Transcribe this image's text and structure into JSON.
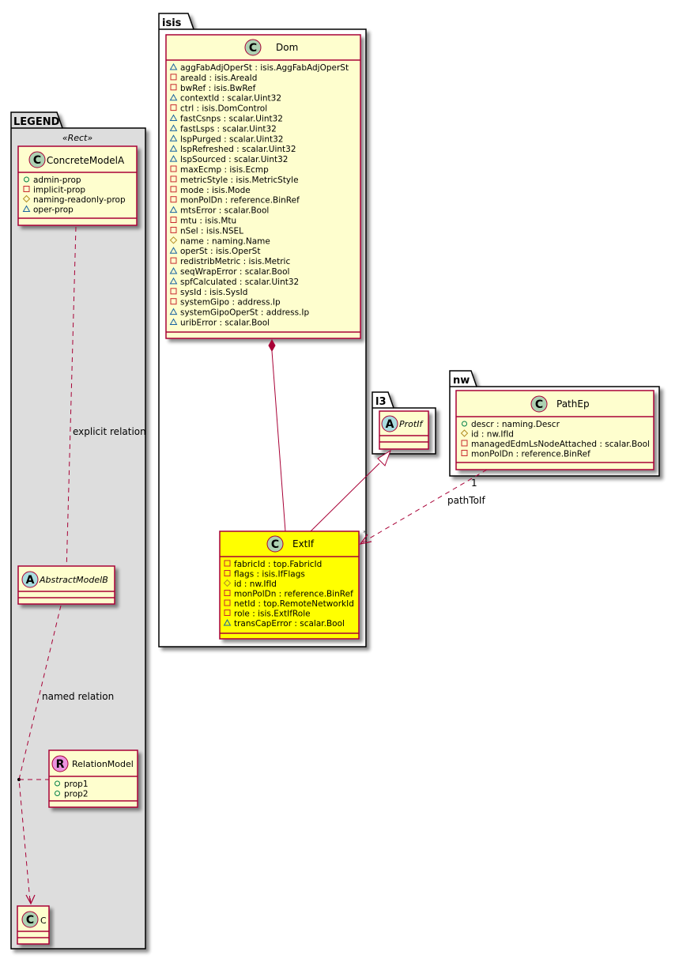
{
  "colors": {
    "class_fill": "#FEFECE",
    "class_border": "#A80036",
    "highlight_fill": "#FFFF00",
    "legend_bg": "#DDDDDD",
    "package_border": "#000000",
    "class_circle": "#ADD1B2",
    "abstract_circle": "#A9DCDF",
    "relation_circle": "#EB93DF",
    "edge": "#A80036",
    "vis_public": "#038048",
    "vis_private": "#C82930",
    "vis_protected": "#B38D22",
    "vis_package": "#1963A0"
  },
  "legend": {
    "package_name": "LEGEND",
    "stereotype": "«Rect»",
    "concrete": {
      "name": "ConcreteModelA",
      "icon": "C",
      "attributes": [
        {
          "vis": "public",
          "text": "admin-prop"
        },
        {
          "vis": "private",
          "text": "implicit-prop"
        },
        {
          "vis": "protected",
          "text": "naming-readonly-prop"
        },
        {
          "vis": "package",
          "text": "oper-prop"
        }
      ]
    },
    "abstract": {
      "name": "AbstractModelB",
      "icon": "A"
    },
    "relation_model": {
      "name": "RelationModel",
      "icon": "R",
      "attributes": [
        {
          "vis": "public",
          "text": "prop1"
        },
        {
          "vis": "public",
          "text": "prop2"
        }
      ]
    },
    "c": {
      "name": "C",
      "icon": "C"
    },
    "explicit_label": "explicit relation",
    "named_label": "named relation"
  },
  "packages": {
    "isis": "isis",
    "l3": "l3",
    "nw": "nw"
  },
  "dom": {
    "name": "Dom",
    "icon": "C",
    "attributes": [
      {
        "vis": "package",
        "text": "aggFabAdjOperSt : isis.AggFabAdjOperSt"
      },
      {
        "vis": "private",
        "text": "areaId : isis.AreaId"
      },
      {
        "vis": "private",
        "text": "bwRef : isis.BwRef"
      },
      {
        "vis": "package",
        "text": "contextId : scalar.Uint32"
      },
      {
        "vis": "private",
        "text": "ctrl : isis.DomControl"
      },
      {
        "vis": "package",
        "text": "fastCsnps : scalar.Uint32"
      },
      {
        "vis": "package",
        "text": "fastLsps : scalar.Uint32"
      },
      {
        "vis": "package",
        "text": "lspPurged : scalar.Uint32"
      },
      {
        "vis": "package",
        "text": "lspRefreshed : scalar.Uint32"
      },
      {
        "vis": "package",
        "text": "lspSourced : scalar.Uint32"
      },
      {
        "vis": "private",
        "text": "maxEcmp : isis.Ecmp"
      },
      {
        "vis": "private",
        "text": "metricStyle : isis.MetricStyle"
      },
      {
        "vis": "private",
        "text": "mode : isis.Mode"
      },
      {
        "vis": "private",
        "text": "monPolDn : reference.BinRef"
      },
      {
        "vis": "package",
        "text": "mtsError : scalar.Bool"
      },
      {
        "vis": "private",
        "text": "mtu : isis.Mtu"
      },
      {
        "vis": "private",
        "text": "nSel : isis.NSEL"
      },
      {
        "vis": "protected",
        "text": "name : naming.Name"
      },
      {
        "vis": "package",
        "text": "operSt : isis.OperSt"
      },
      {
        "vis": "private",
        "text": "redistribMetric : isis.Metric"
      },
      {
        "vis": "package",
        "text": "seqWrapError : scalar.Bool"
      },
      {
        "vis": "package",
        "text": "spfCalculated : scalar.Uint32"
      },
      {
        "vis": "private",
        "text": "sysId : isis.SysId"
      },
      {
        "vis": "private",
        "text": "systemGipo : address.Ip"
      },
      {
        "vis": "package",
        "text": "systemGipoOperSt : address.Ip"
      },
      {
        "vis": "package",
        "text": "uribError : scalar.Bool"
      }
    ]
  },
  "extif": {
    "name": "ExtIf",
    "icon": "C",
    "attributes": [
      {
        "vis": "private",
        "text": "fabricId : top.FabricId"
      },
      {
        "vis": "private",
        "text": "flags : isis.IfFlags"
      },
      {
        "vis": "protected",
        "text": "id : nw.IfId"
      },
      {
        "vis": "private",
        "text": "monPolDn : reference.BinRef"
      },
      {
        "vis": "private",
        "text": "netId : top.RemoteNetworkId"
      },
      {
        "vis": "private",
        "text": "role : isis.ExtIfRole"
      },
      {
        "vis": "package",
        "text": "transCapError : scalar.Bool"
      }
    ]
  },
  "protif": {
    "name": "ProtIf",
    "icon": "A"
  },
  "pathep": {
    "name": "PathEp",
    "icon": "C",
    "attributes": [
      {
        "vis": "public",
        "text": "descr : naming.Descr"
      },
      {
        "vis": "protected",
        "text": "id : nw.IfId"
      },
      {
        "vis": "private",
        "text": "managedEdmLsNodeAttached : scalar.Bool"
      },
      {
        "vis": "private",
        "text": "monPolDn : reference.BinRef"
      }
    ]
  },
  "edges": {
    "path_to_if_label": "pathToIf",
    "path_to_if_source_mult": "1",
    "path_to_if_target_mult": "*"
  }
}
